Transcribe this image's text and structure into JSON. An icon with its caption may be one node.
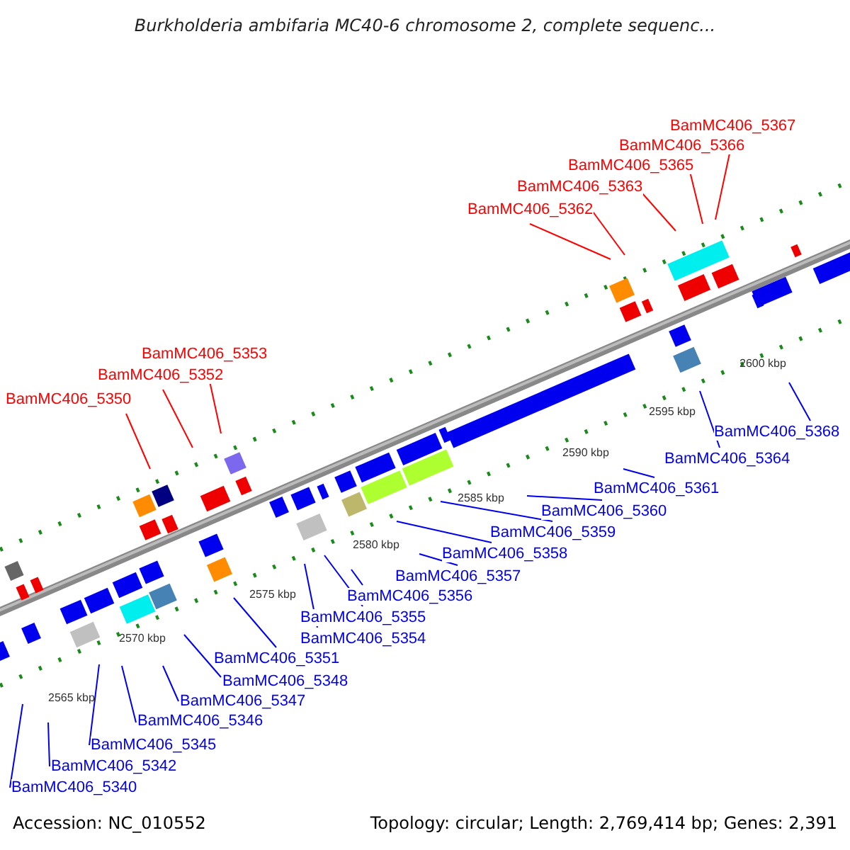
{
  "diagram": {
    "title": "Burkholderia ambifaria MC40-6 chromosome 2, complete sequenc...",
    "nodes": [
      {
        "text": [
          "BamMC406_5350"
        ]
      },
      {
        "text": [
          "BamMC406_5352"
        ]
      },
      {
        "text": [
          "BamMC406_5353"
        ]
      },
      {
        "text": [
          "BamMC406_5362"
        ]
      },
      {
        "text": [
          "BamMC406_5363"
        ]
      },
      {
        "text": [
          "BamMC406_5365"
        ]
      },
      {
        "text": [
          "BamMC406_5366"
        ]
      },
      {
        "text": [
          "BamMC406_5367"
        ]
      },
      {
        "text": [
          "BamMC406_5340"
        ]
      },
      {
        "text": [
          "BamMC406_5342"
        ]
      },
      {
        "text": [
          "BamMC406_5345"
        ]
      },
      {
        "text": [
          "BamMC406_5346"
        ]
      },
      {
        "text": [
          "BamMC406_5347"
        ]
      },
      {
        "text": [
          "BamMC406_5348"
        ]
      },
      {
        "text": [
          "BamMC406_5351"
        ]
      },
      {
        "text": [
          "BamMC406_5354"
        ]
      },
      {
        "text": [
          "BamMC406_5355"
        ]
      },
      {
        "text": [
          "BamMC406_5356"
        ]
      },
      {
        "text": [
          "BamMC406_5357"
        ]
      },
      {
        "text": [
          "BamMC406_5358"
        ]
      },
      {
        "text": [
          "BamMC406_5359"
        ]
      },
      {
        "text": [
          "BamMC406_5360"
        ]
      },
      {
        "text": [
          "BamMC406_5361"
        ]
      },
      {
        "text": [
          "BamMC406_5364"
        ]
      },
      {
        "text": [
          "BamMC406_5368"
        ]
      }
    ],
    "edges": [
      {
        "from": 0,
        "to": null,
        "arrow": "none",
        "color": "#ff0000"
      },
      {
        "from": 1,
        "to": null,
        "arrow": "none",
        "color": "#ff0000"
      },
      {
        "from": 2,
        "to": null,
        "arrow": "none",
        "color": "#ff0000"
      },
      {
        "from": 3,
        "to": null,
        "arrow": "none",
        "color": "#ff0000"
      },
      {
        "from": 4,
        "to": null,
        "arrow": "none",
        "color": "#ff0000"
      },
      {
        "from": 5,
        "to": null,
        "arrow": "none",
        "color": "#ff0000"
      },
      {
        "from": 6,
        "to": null,
        "arrow": "none",
        "color": "#ff0000"
      },
      {
        "from": 7,
        "to": null,
        "arrow": "none",
        "color": "#ff0000"
      },
      {
        "from": 8,
        "to": null,
        "arrow": "none"
      },
      {
        "from": 9,
        "to": null,
        "arrow": "none"
      },
      {
        "from": 10,
        "to": null,
        "arrow": "none"
      },
      {
        "from": 11,
        "to": null,
        "arrow": "none"
      },
      {
        "from": 12,
        "to": null,
        "arrow": "none"
      },
      {
        "from": 13,
        "to": null,
        "arrow": "none"
      },
      {
        "from": 14,
        "to": null,
        "arrow": "none"
      },
      {
        "from": 15,
        "to": null,
        "arrow": "none"
      },
      {
        "from": 16,
        "to": null,
        "arrow": "none"
      },
      {
        "from": 17,
        "to": null,
        "arrow": "none"
      },
      {
        "from": 18,
        "to": null,
        "arrow": "none"
      },
      {
        "from": 19,
        "to": null,
        "arrow": "none"
      },
      {
        "from": 20,
        "to": null,
        "arrow": "none"
      },
      {
        "from": 21,
        "to": null,
        "arrow": "none"
      },
      {
        "from": 22,
        "to": null,
        "arrow": "none"
      },
      {
        "from": 23,
        "to": null,
        "arrow": "none"
      },
      {
        "from": 24,
        "to": null,
        "arrow": "none"
      }
    ],
    "labels": [
      "2565 kbp",
      "2570 kbp",
      "2575 kbp",
      "2580 kbp",
      "2585 kbp",
      "2590 kbp",
      "2595 kbp",
      "2600 kbp",
      "Accession: NC_010552",
      "Topology: circular; Length: 2,769,414 bp; Genes: 2,391"
    ]
  }
}
